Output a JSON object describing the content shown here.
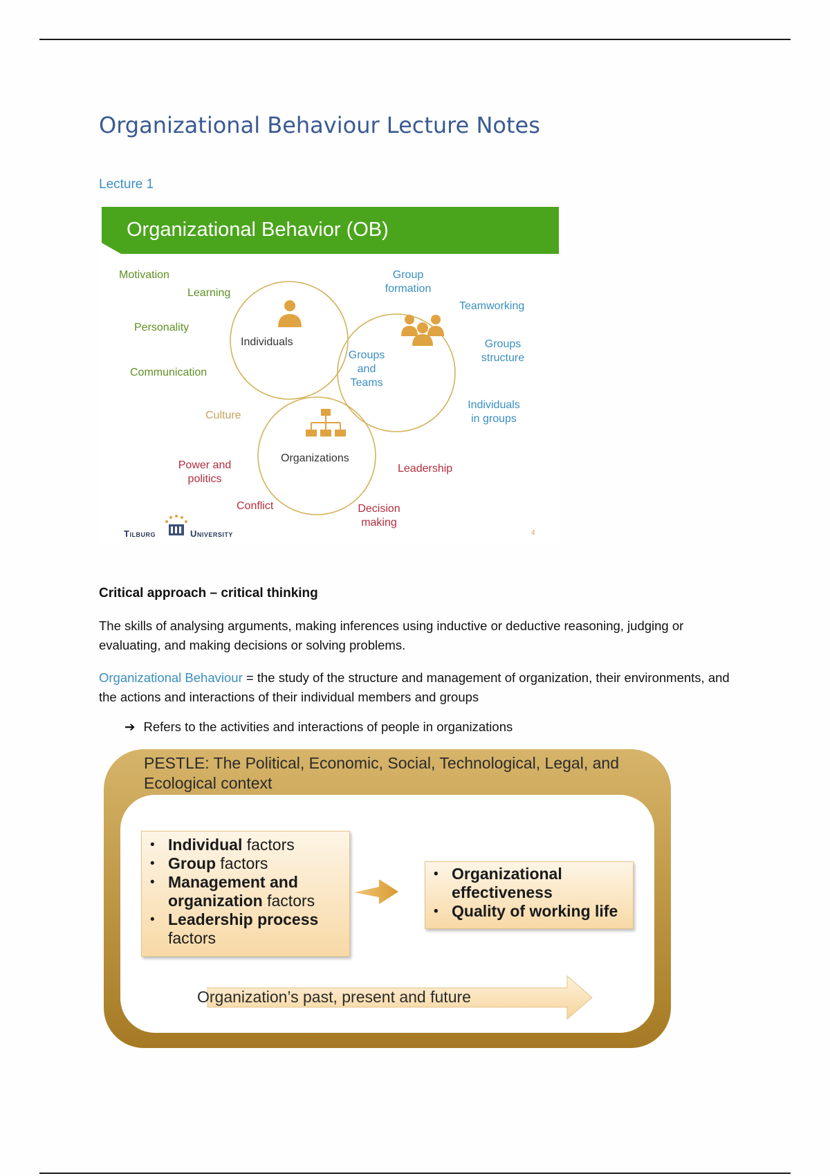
{
  "document": {
    "title": "Organizational Behaviour Lecture Notes",
    "lecture_label": "Lecture 1"
  },
  "ob_slide": {
    "title": "Organizational Behavior (OB)",
    "circles": {
      "individuals": "Individuals",
      "groups": [
        "Groups",
        "and",
        "Teams"
      ],
      "organizations": "Organizations"
    },
    "labels": {
      "motivation": "Motivation",
      "learning": "Learning",
      "personality": "Personality",
      "communication": "Communication",
      "culture": "Culture",
      "power": [
        "Power and",
        "politics"
      ],
      "conflict": "Conflict",
      "decision": [
        "Decision",
        "making"
      ],
      "leadership": "Leadership",
      "group_formation": [
        "Group",
        "formation"
      ],
      "teamworking": "Teamworking",
      "groups_structure": [
        "Groups",
        "structure"
      ],
      "individuals_in_groups": [
        "Individuals",
        "in groups"
      ]
    },
    "logo": {
      "left": "Tilburg",
      "right": "University"
    },
    "slide_number": "4",
    "colors": {
      "header": "#4aa51c",
      "circle": "#d4b25c"
    }
  },
  "critical": {
    "heading": "Critical approach – critical thinking",
    "paragraph": "The skills of analysing arguments, making inferences using inductive or deductive reasoning, judging or evaluating, and making decisions or solving problems."
  },
  "definition": {
    "term": "Organizational Behaviour",
    "text": " = the study of the structure and management of organization, their environments, and the actions and interactions of their individual members and groups",
    "bullet": "Refers to the activities and interactions of people in organizations"
  },
  "pestle": {
    "title": "PESTLE: The Political, Economic, Social, Technological, Legal, and Ecological context",
    "factors": [
      {
        "bold": "Individual",
        "rest": " factors"
      },
      {
        "bold": "Group",
        "rest": " factors"
      },
      {
        "bold": "Management and organization",
        "rest": " factors"
      },
      {
        "bold": "Leadership process",
        "rest": " factors"
      }
    ],
    "outcomes": [
      "Organizational effectiveness",
      "Quality of working life"
    ],
    "timeline": "Organization’s past, present and future"
  }
}
